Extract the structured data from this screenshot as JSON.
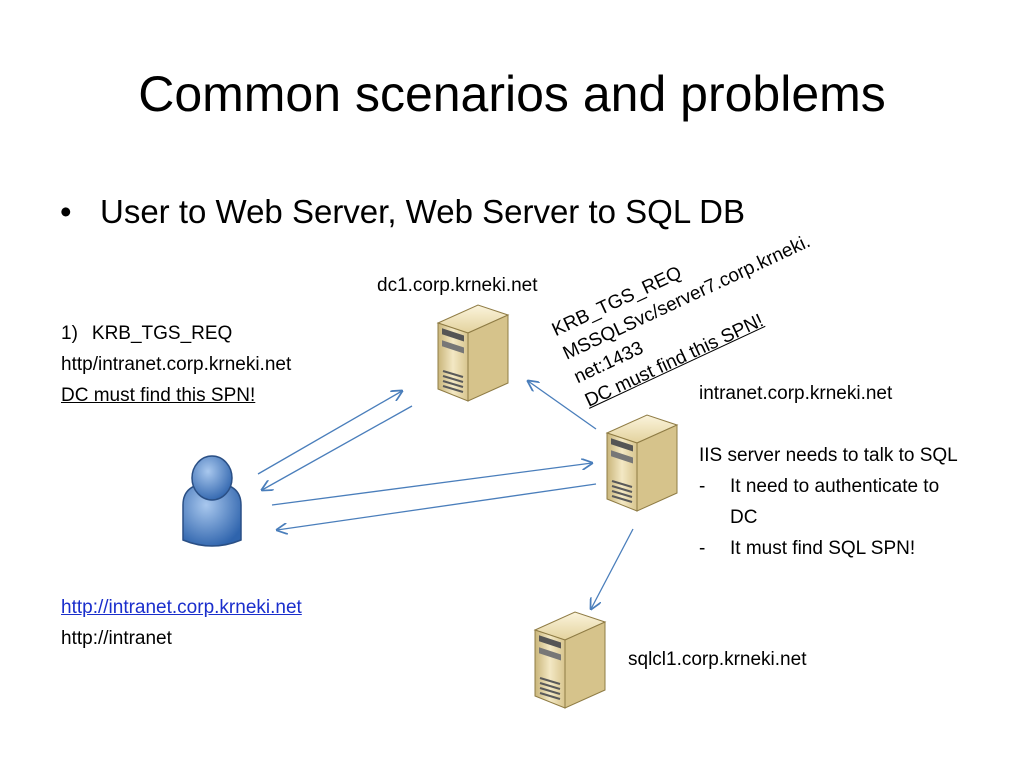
{
  "slide": {
    "title": "Common scenarios and problems",
    "bullet": "User to Web Server, Web Server to SQL DB"
  },
  "nodes": {
    "dc": {
      "label": "dc1.corp.krneki.net",
      "icon": "server-icon"
    },
    "web": {
      "label": "intranet.corp.krneki.net",
      "icon": "server-icon"
    },
    "sql": {
      "label": "sqlcl1.corp.krneki.net",
      "icon": "server-icon"
    },
    "user": {
      "icon": "user-icon"
    }
  },
  "left_block": {
    "step": "1)",
    "request": "KRB_TGS_REQ",
    "spn": "http/intranet.corp.krneki.net",
    "note": "DC must find this SPN!"
  },
  "right_block": {
    "request": "KRB_TGS_REQ",
    "spn_line1": "MSSQLSvc/server7.corp.krneki.",
    "spn_line2": "net:1433",
    "note": "DC must find this SPN!"
  },
  "iis_notes": {
    "heading": "IIS server needs to talk to SQL",
    "items": [
      {
        "dash": "-",
        "text_line1": "It need to authenticate to",
        "text_line2": "DC"
      },
      {
        "dash": "-",
        "text_line1": "It must find SQL SPN!"
      }
    ]
  },
  "urls": {
    "fqdn": "http://intranet.corp.krneki.net",
    "short": "http://intranet"
  },
  "colors": {
    "arrow": "#4a7ebb",
    "server_body": "#e8d9a8",
    "user_body": "#5b8fd0"
  }
}
